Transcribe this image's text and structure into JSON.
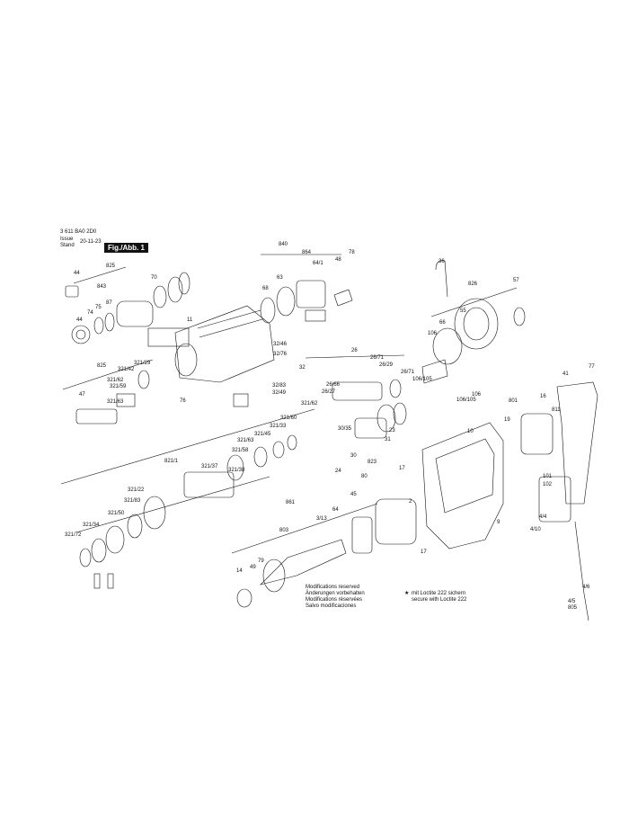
{
  "header": {
    "part_no": "3 611 BA0 2D0",
    "issue_label": "Issue",
    "stand_label": "Stand",
    "date": "20-11-23",
    "figure": "Fig./Abb. 1"
  },
  "notes": {
    "modifications": [
      "Modifications reserved",
      "Änderungen vorbehalten",
      "Modifications réservées",
      "Salvo modificaciones"
    ],
    "loctite": [
      "mit Loctite 222 sichern",
      "secure with Loctite 222"
    ]
  },
  "labels": [
    "44",
    "825",
    "843",
    "75",
    "87",
    "74",
    "70",
    "44",
    "11",
    "840",
    "864",
    "64/1",
    "78",
    "48",
    "68",
    "63",
    "36",
    "826",
    "57",
    "55",
    "66",
    "106",
    "32/46",
    "32/76",
    "32",
    "106/105",
    "106",
    "106/105",
    "26",
    "26/71",
    "26/29",
    "26/71",
    "26/66",
    "26/27",
    "825",
    "321/42",
    "321/29",
    "321/62",
    "321/59",
    "47",
    "321/63",
    "76",
    "32/83",
    "32/49",
    "321/62",
    "321/60",
    "321/33",
    "321/45",
    "321/58",
    "321/63",
    "321/38",
    "821/1",
    "321/37",
    "321/22",
    "321/83",
    "321/50",
    "321/34",
    "321/72",
    "30/35",
    "31",
    "23",
    "30",
    "823",
    "24",
    "861",
    "16",
    "811",
    "41",
    "77",
    "801",
    "19",
    "10",
    "101",
    "102",
    "9",
    "4/4",
    "4/10",
    "45",
    "80",
    "17",
    "17",
    "2",
    "64",
    "3/13",
    "803",
    "79",
    "49",
    "14",
    "4/6",
    "4/5",
    "805"
  ]
}
